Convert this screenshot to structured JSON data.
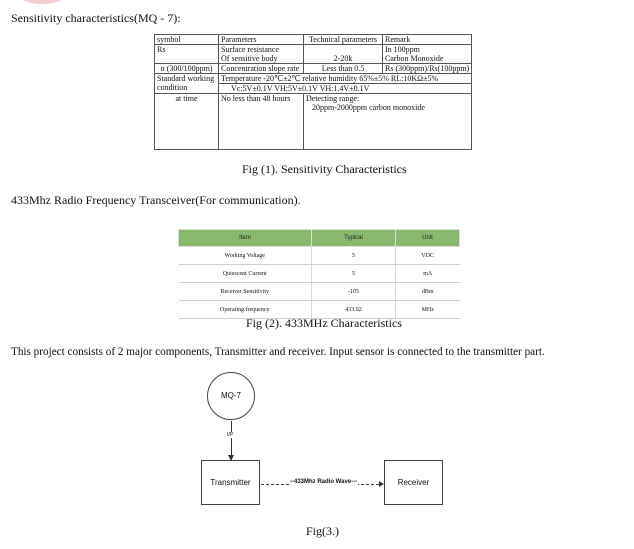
{
  "section_title": "Sensitivity characteristics(MQ - 7):",
  "sensitivity_table": {
    "headers": [
      "symbol",
      "Parameters",
      "Technical parameters",
      "Remark"
    ],
    "rows": [
      {
        "c1": "Rs",
        "c2a": "Surface resistance",
        "c2b": "Of sensitive body",
        "c3": "2-20k",
        "c4a": "In 100ppm",
        "c4b": "Carbon Monoxide"
      },
      {
        "c1": "α (300/100ppm)",
        "c2": "Concentration slope rate",
        "c3": "Less than 0.5",
        "c4": "Rs (300ppm)/Rs(100ppm)"
      },
      {
        "c1a": "Standard working",
        "c1b": "condition",
        "full": "Temperature -20℃±2℃  relative humidity 65%±5%   RL:10KΩ±5%",
        "power": "Vc:5V±0.1V    VH:5V±0.1V    VH:1.4V±0.1V"
      },
      {
        "c1": "at time",
        "c2": "No less than 48 hours",
        "c34a": "Detecting range:",
        "c34b": "20ppm-2000ppm carbon monoxide"
      }
    ]
  },
  "fig1_caption": "Fig (1). Sensitivity Characteristics",
  "rf_heading": "433Mhz Radio Frequency Transceiver(For communication).",
  "rf_table": {
    "headers": [
      "Item",
      "Typical",
      "Unit"
    ],
    "rows": [
      [
        "Working Voltage",
        "5",
        "VDC"
      ],
      [
        "Quiescent Current",
        "5",
        "mA"
      ],
      [
        "Receiver Sensitivity",
        "-105",
        "dBm"
      ],
      [
        "Operating frequency",
        "433.92",
        "MHz"
      ]
    ]
  },
  "fig2_caption": "Fig (2). 433MHz Characteristics",
  "project_text": "This project consists of 2 major components, Transmitter and receiver. Input sensor is connected to the transmitter part.",
  "diagram": {
    "sensor": "MQ-7",
    "io_label": "I/P",
    "transmitter": "Transmitter",
    "wave": "--433Mhz Radio Wave---",
    "receiver": "Receiver"
  },
  "fig3_caption": "Fig(3.)"
}
